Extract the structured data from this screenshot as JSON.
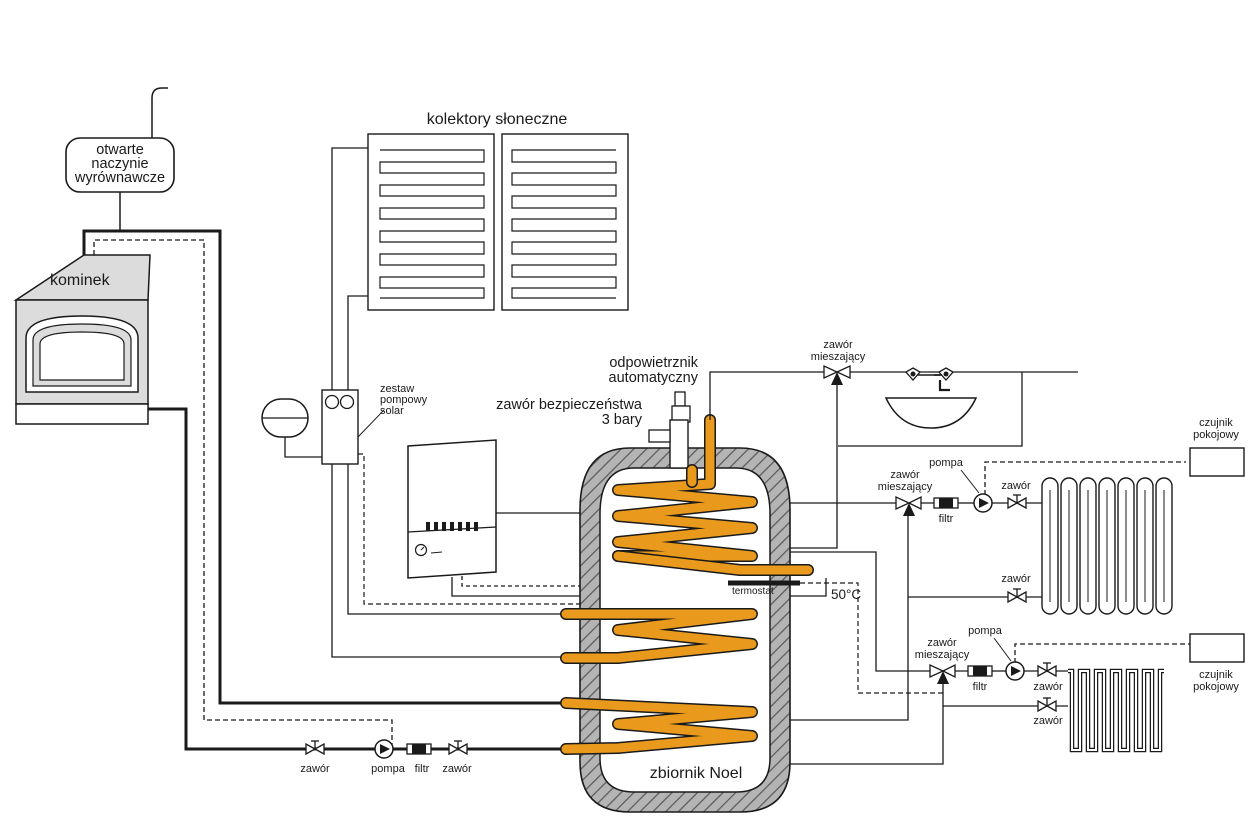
{
  "labels": {
    "expansion_vessel": "otwarte\nnaczynie\nwyrównawcze",
    "fireplace": "kominek",
    "solar_collectors": "kolektory słoneczne",
    "solar_pump_set": "zestaw\npompowy\nsolar",
    "auto_air_vent": "odpowietrznik\nautomatyczny",
    "safety_valve": "zawór bezpieczeństwa\n3 bary",
    "mixing_valve_top": "zawór\nmieszający",
    "mixing_valve_mid": "zawór\nmieszający",
    "mixing_valve_low": "zawór\nmieszający",
    "pump_mid": "pompa",
    "pump_low": "pompa",
    "pump_bottom": "pompa",
    "filter_mid": "filtr",
    "filter_low": "filtr",
    "filter_bottom": "filtr",
    "valve_rad_top": "zawór",
    "valve_rad_bottom": "zawór",
    "valve_floor_top": "zawór",
    "valve_floor_bottom": "zawór",
    "valve_bottom_left": "zawór",
    "valve_bottom_right": "zawór",
    "room_sensor_top": "czujnik\npokojowy",
    "room_sensor_bottom": "czujnik\npokojowy",
    "thermostat": "termostat",
    "temp_setting": "50°C",
    "tank": "zbiornik Noel"
  },
  "colors": {
    "line": "#1a1a1a",
    "coil": "#e99a1c",
    "coil_highlight": "#f7c36a",
    "insulation": "#a8a8a8",
    "fire_panel": "#dcdcdc"
  }
}
